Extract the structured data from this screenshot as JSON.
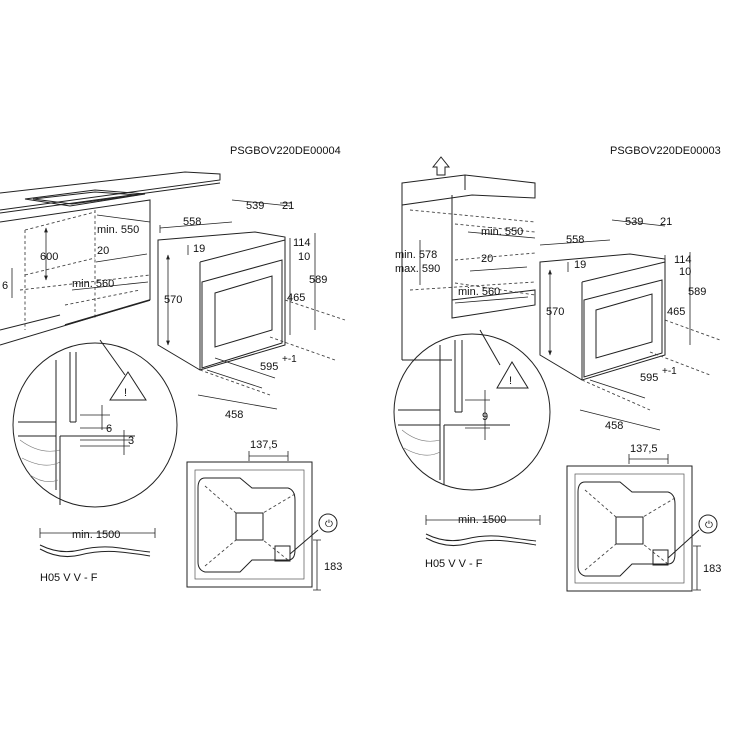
{
  "left": {
    "code": "PSGBOV220DE00004",
    "cabinet": {
      "height": "600",
      "depth_min": "min. 550",
      "width_min": "min. 560",
      "gap": "20",
      "front": "6"
    },
    "oven": {
      "width": "558",
      "depth": "539",
      "front_depth": "21",
      "top": "19",
      "h114": "114",
      "h10": "10",
      "height": "570",
      "h465": "465",
      "h589": "589",
      "depth_open": "595",
      "depth_open_sup": "+-1",
      "depth_bottom": "458"
    },
    "detail": {
      "d6": "6",
      "d3": "3"
    },
    "back": {
      "d137": "137,5",
      "d183": "183"
    },
    "cable": {
      "length": "min. 1500",
      "type": "H05 V V - F"
    }
  },
  "right": {
    "code": "PSGBOV220DE00003",
    "cabinet": {
      "height_min": "min. 578",
      "height_max": "max. 590",
      "depth_min": "min. 550",
      "width_min": "min. 560",
      "gap": "20"
    },
    "oven": {
      "width": "558",
      "depth": "539",
      "front_depth": "21",
      "top": "19",
      "h114": "114",
      "h10": "10",
      "height": "570",
      "h465": "465",
      "h589": "589",
      "depth_open": "595",
      "depth_open_sup": "+-1",
      "depth_bottom": "458"
    },
    "detail": {
      "d9": "9"
    },
    "back": {
      "d137": "137,5",
      "d183": "183"
    },
    "cable": {
      "length": "min. 1500",
      "type": "H05 V V - F"
    }
  }
}
